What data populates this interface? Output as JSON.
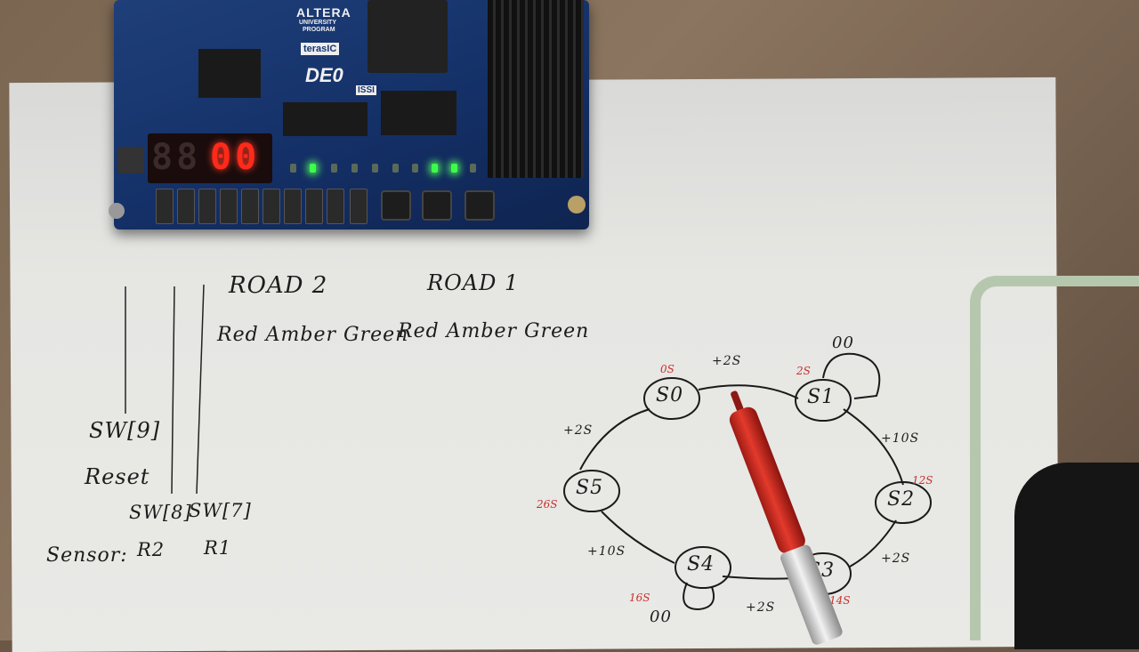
{
  "board": {
    "brand": "ALTERA",
    "program_line1": "UNIVERSITY",
    "program_line2": "PROGRAM",
    "vendor_logo": "terasIC",
    "model": "DE0",
    "issi_label": "ISSI",
    "seven_segment": "00",
    "led_states": [
      false,
      true,
      false,
      false,
      false,
      false,
      false,
      true,
      true,
      false
    ]
  },
  "paper": {
    "road2_heading": "ROAD 2",
    "road1_heading": "ROAD 1",
    "road2_lights": "Red Amber Green",
    "road1_lights": "Red Amber Green",
    "sw9_label": "SW[9]",
    "reset_label": "Reset",
    "sw8_label": "SW[8]",
    "sw7_label": "SW[7]",
    "sensor_label": "Sensor:",
    "r2_label": "R2",
    "r1_label": "R1"
  },
  "state_diagram": {
    "states": [
      {
        "name": "S0",
        "time": "0S"
      },
      {
        "name": "S1",
        "time": "2S"
      },
      {
        "name": "S2",
        "time": "12S"
      },
      {
        "name": "S3",
        "time": "14S"
      },
      {
        "name": "S4",
        "time": "16S"
      },
      {
        "name": "S5",
        "time": "26S"
      }
    ],
    "transitions": [
      "+2S",
      "+10S",
      "+2S",
      "+2S",
      "+10S",
      "+2S"
    ],
    "self_loop_label": "00"
  }
}
